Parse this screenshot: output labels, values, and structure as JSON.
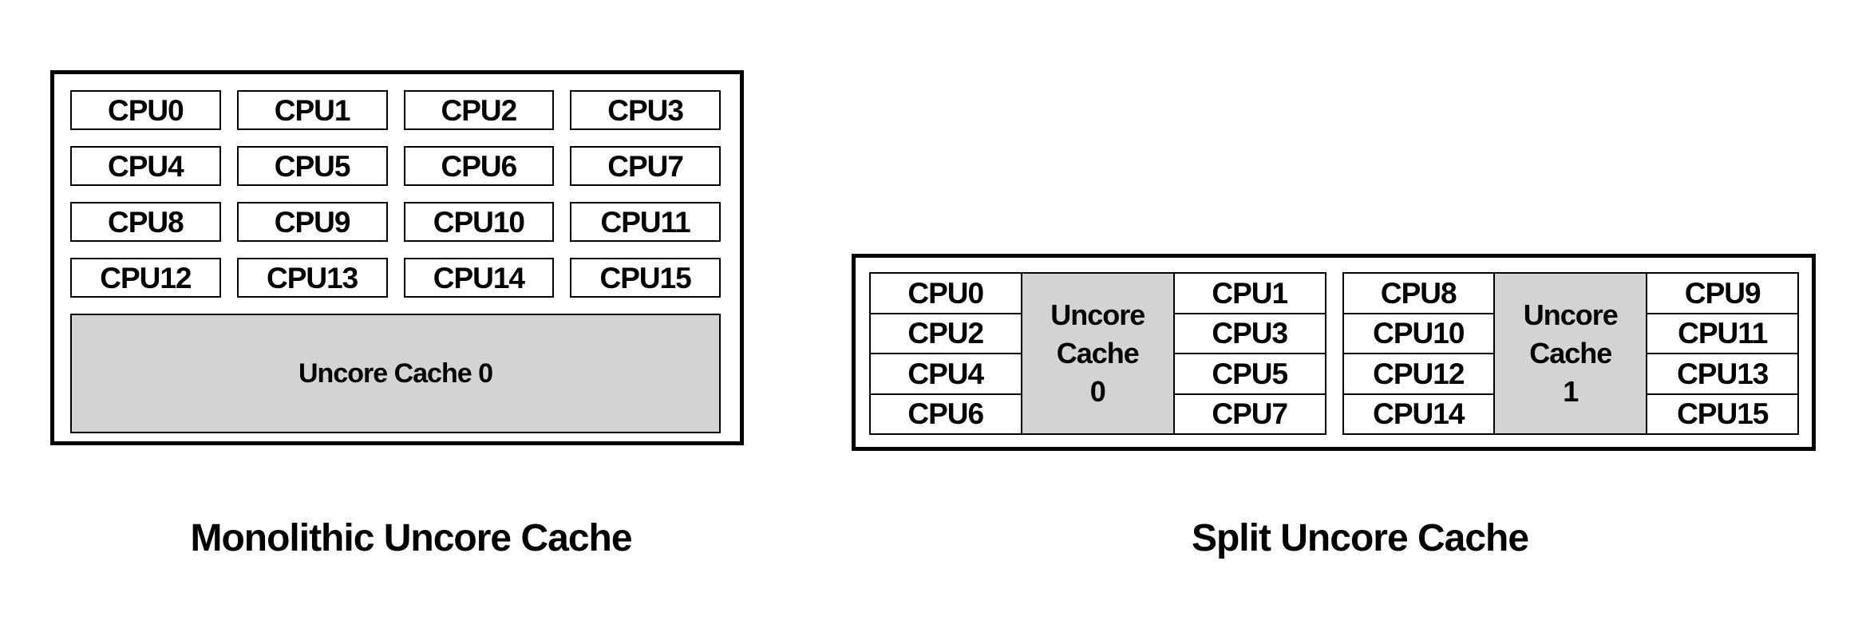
{
  "left": {
    "caption": "Monolithic Uncore Cache",
    "cache_label": "Uncore Cache 0",
    "cpus": [
      "CPU0",
      "CPU1",
      "CPU2",
      "CPU3",
      "CPU4",
      "CPU5",
      "CPU6",
      "CPU7",
      "CPU8",
      "CPU9",
      "CPU10",
      "CPU11",
      "CPU12",
      "CPU13",
      "CPU14",
      "CPU15"
    ]
  },
  "right": {
    "caption": "Split Uncore Cache",
    "clusters": [
      {
        "left_cpus": [
          "CPU0",
          "CPU2",
          "CPU4",
          "CPU6"
        ],
        "cache_label": "Uncore\nCache\n0",
        "right_cpus": [
          "CPU1",
          "CPU3",
          "CPU5",
          "CPU7"
        ]
      },
      {
        "left_cpus": [
          "CPU8",
          "CPU10",
          "CPU12",
          "CPU14"
        ],
        "cache_label": "Uncore\nCache\n1",
        "right_cpus": [
          "CPU9",
          "CPU11",
          "CPU13",
          "CPU15"
        ]
      }
    ]
  },
  "colors": {
    "cache_fill": "#d3d3d3",
    "border": "#000000",
    "background": "#ffffff"
  }
}
